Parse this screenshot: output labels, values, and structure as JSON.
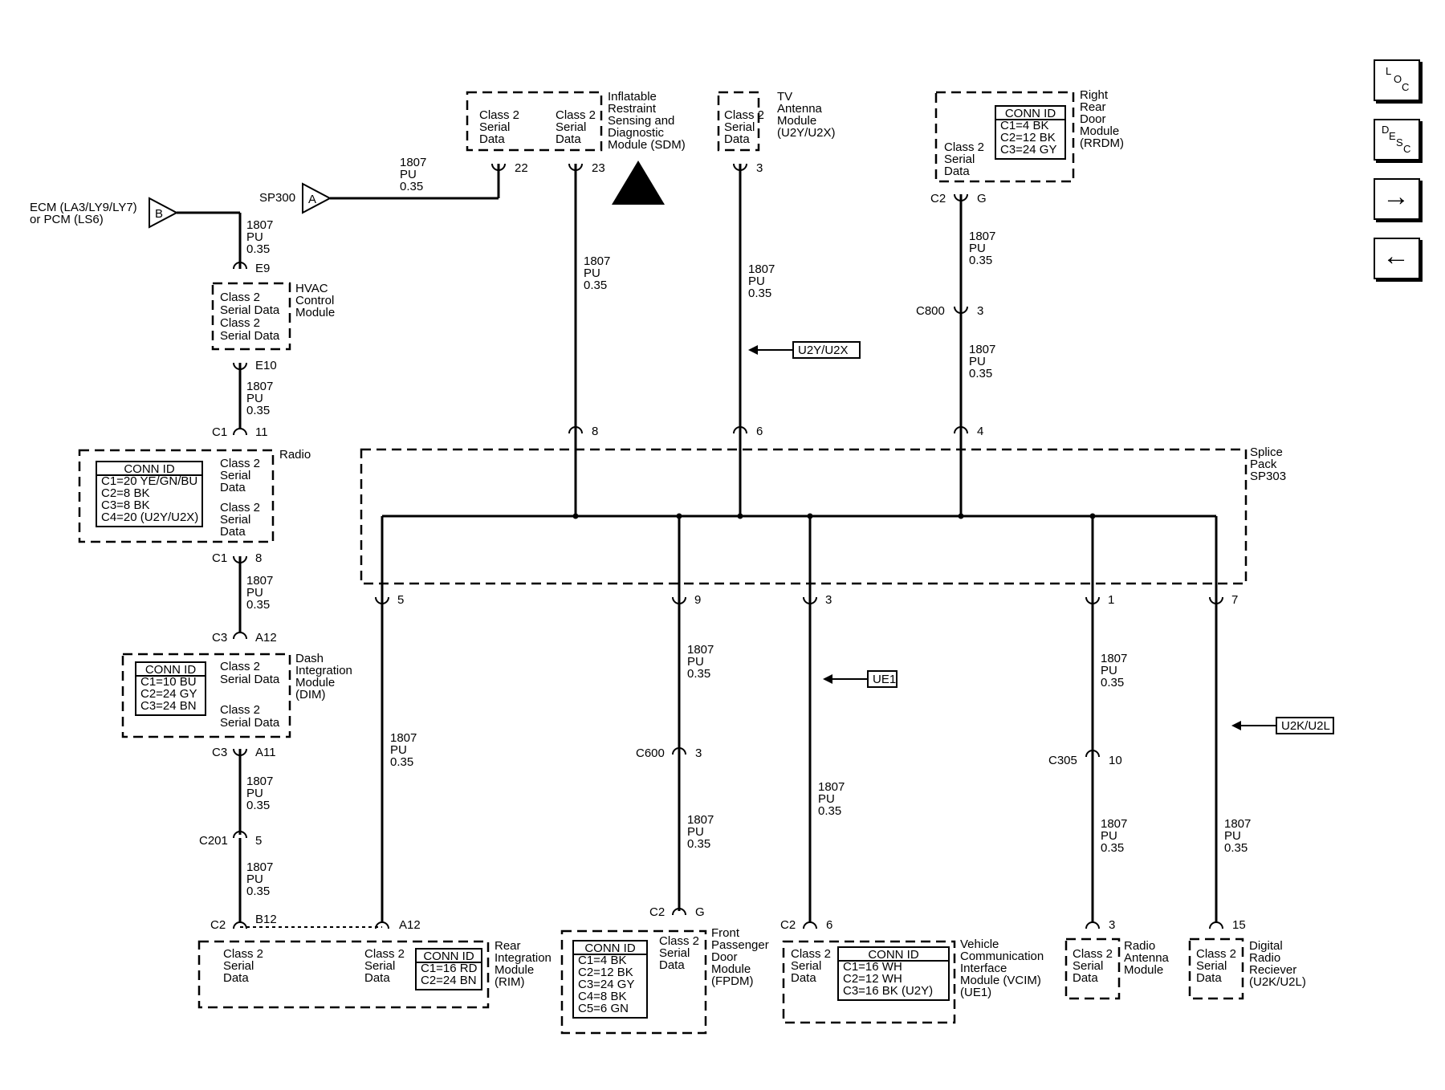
{
  "nav": {
    "loc": [
      "L",
      "O",
      "C"
    ],
    "desc": [
      "D",
      "E",
      "S",
      "C"
    ],
    "fwd": "→",
    "back": "←"
  },
  "wire": [
    "1807",
    "PU",
    "0.35"
  ],
  "cs2": [
    "Class 2",
    "Serial",
    "Data"
  ],
  "sdm": {
    "name": [
      "Inflatable",
      "Restraint",
      "Sensing and",
      "Diagnostic",
      "Module (SDM)"
    ],
    "pins": [
      "22",
      "23"
    ]
  },
  "tv": {
    "name": [
      "TV",
      "Antenna",
      "Module",
      "(U2Y/U2X)"
    ],
    "pin": "3",
    "option": "U2Y/U2X",
    "pin2": "6"
  },
  "rrdm": {
    "name": [
      "Right",
      "Rear",
      "Door",
      "Module",
      "(RRDM)"
    ],
    "conn": [
      "CONN ID",
      "C1=4 BK",
      "C2=12 BK",
      "C3=24 GY"
    ],
    "c": "C2",
    "pin": "G",
    "c800": "C800",
    "c800pin": "3",
    "pin2": "4"
  },
  "ecm": {
    "name": [
      "ECM (LA3/LY9/LY7)",
      "or PCM (LS6)"
    ],
    "tri": "B"
  },
  "sp300": {
    "label": "SP300",
    "tri": "A"
  },
  "hvac": {
    "name": [
      "HVAC",
      "Control",
      "Module"
    ],
    "data": [
      "Class 2",
      "Serial Data",
      "Class 2",
      "Serial Data"
    ],
    "pins": [
      "E9",
      "E10"
    ]
  },
  "radio": {
    "name": "Radio",
    "conn": [
      "CONN ID",
      "C1=20 YE/GN/BU",
      "C2=8 BK",
      "C3=8 BK",
      "C4=20 (U2Y/U2X)"
    ],
    "c1": "C1",
    "p1": "11",
    "p2": "8"
  },
  "dim": {
    "name": [
      "Dash",
      "Integration",
      "Module",
      "(DIM)"
    ],
    "conn": [
      "CONN ID",
      "C1=10 BU",
      "C2=24 GY",
      "C3=24 BN"
    ],
    "data": [
      "Class 2",
      "Serial Data",
      "Class 2",
      "Serial Data"
    ],
    "c3": "C3",
    "p1": "A12",
    "p2": "A11"
  },
  "c201": {
    "c": "C201",
    "p": "5"
  },
  "rim": {
    "name": [
      "Rear",
      "Integration",
      "Module",
      "(RIM)"
    ],
    "conn": [
      "CONN ID",
      "C1=16 RD",
      "C2=24 BN"
    ],
    "c2": "C2",
    "p1": "B12",
    "p2": "A12"
  },
  "splice": {
    "name": [
      "Splice",
      "Pack",
      "SP303"
    ],
    "pins": [
      "8",
      "5",
      "9",
      "3",
      "1",
      "7"
    ]
  },
  "sdmpin": "8",
  "fpdm": {
    "name": [
      "Front",
      "Passenger",
      "Door",
      "Module",
      "(FPDM)"
    ],
    "conn": [
      "CONN ID",
      "C1=4 BK",
      "C2=12 BK",
      "C3=24 GY",
      "C4=8 BK",
      "C5=6 GN"
    ],
    "c600": "C600",
    "c600p": "3",
    "c2": "C2",
    "p": "G"
  },
  "vcim": {
    "name": [
      "Vehicle",
      "Communication",
      "Interface",
      "Module (VCIM)",
      "(UE1)"
    ],
    "conn": [
      "CONN ID",
      "C1=16 WH",
      "C2=12 WH",
      "C3=16 BK (U2Y)"
    ],
    "option": "UE1",
    "c2": "C2",
    "p": "6"
  },
  "ram": {
    "name": [
      "Radio",
      "Antenna",
      "Module"
    ],
    "c305": "C305",
    "c305p": "10",
    "p": "3"
  },
  "drr": {
    "name": [
      "Digital",
      "Radio",
      "Reciever",
      "(U2K/U2L)"
    ],
    "option": "U2K/U2L",
    "p": "15"
  }
}
